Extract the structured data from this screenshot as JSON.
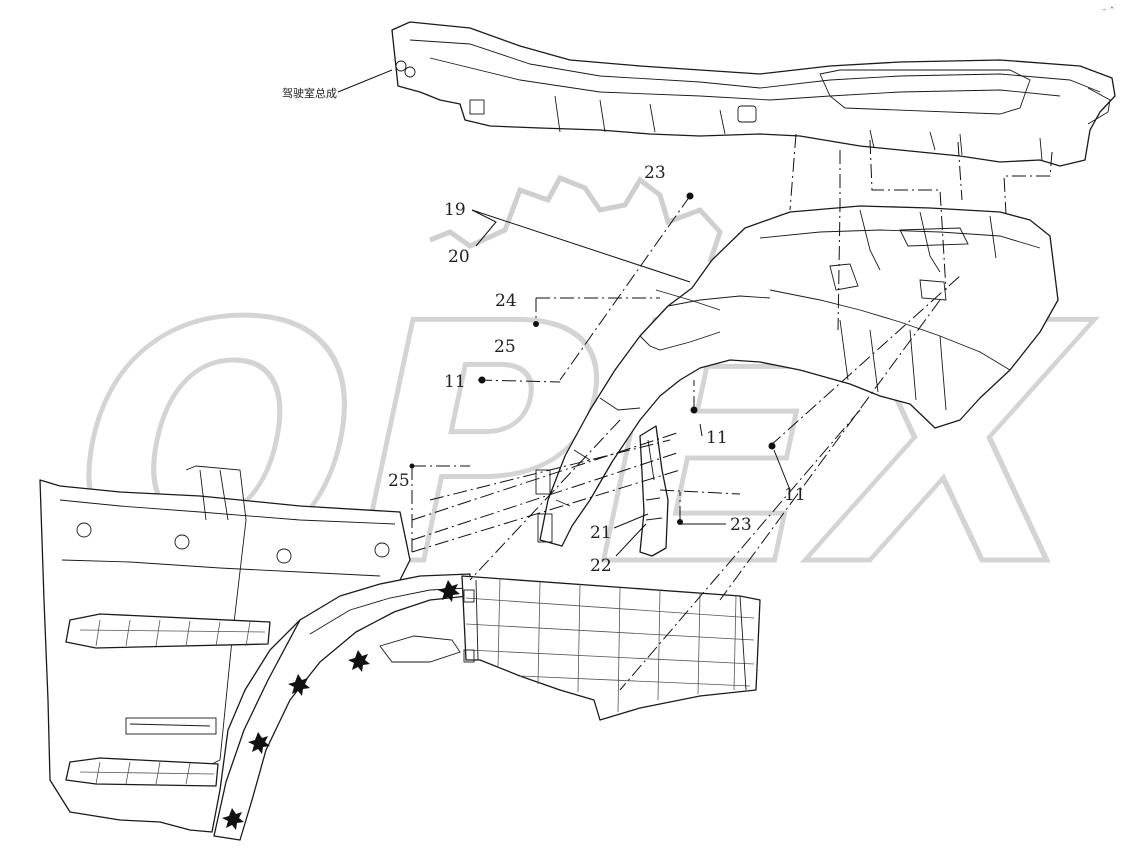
{
  "drawing": {
    "assembly_label": "驾驶室总成",
    "watermark_text": "OPEX",
    "corner_mark": "⁻ ˆ"
  },
  "callouts": [
    {
      "id": "c-23a",
      "text": "23"
    },
    {
      "id": "c-19",
      "text": "19"
    },
    {
      "id": "c-20",
      "text": "20"
    },
    {
      "id": "c-24",
      "text": "24"
    },
    {
      "id": "c-25a",
      "text": "25"
    },
    {
      "id": "c-11a",
      "text": "11"
    },
    {
      "id": "c-11b",
      "text": "11"
    },
    {
      "id": "c-11c",
      "text": "11"
    },
    {
      "id": "c-25b",
      "text": "25"
    },
    {
      "id": "c-21",
      "text": "21"
    },
    {
      "id": "c-23b",
      "text": "23"
    },
    {
      "id": "c-22",
      "text": "22"
    }
  ]
}
